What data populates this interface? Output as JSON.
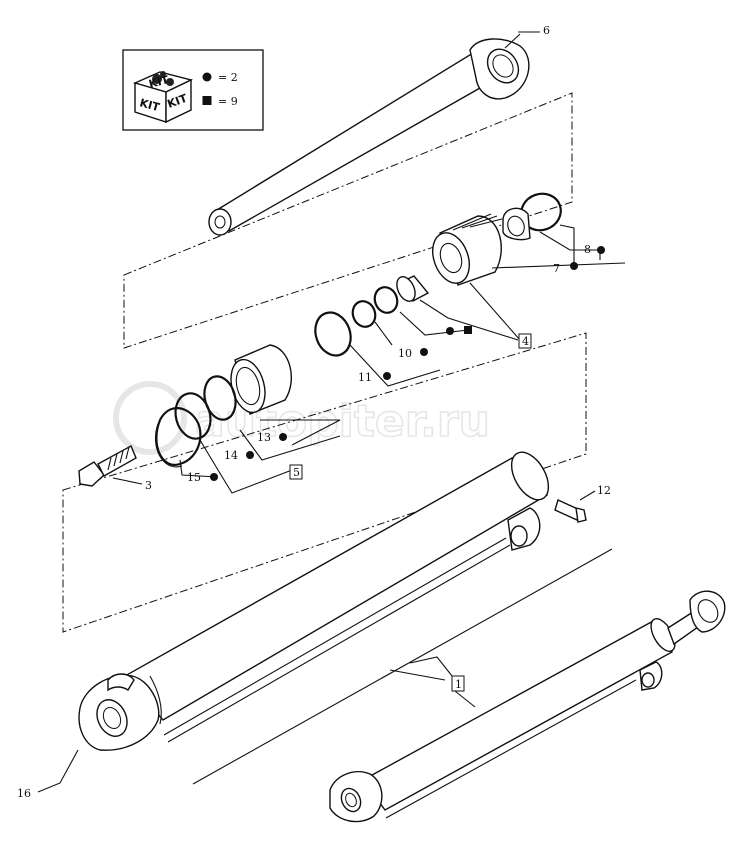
{
  "kit": {
    "label_top": "KIT",
    "label_left": "KIT",
    "label_right": "KIT",
    "legend": [
      {
        "symbol": "circle",
        "text": "= 2"
      },
      {
        "symbol": "square",
        "text": "= 9"
      }
    ]
  },
  "watermark": "autopiter.ru",
  "callouts": {
    "c1": "1",
    "c3": "3",
    "c4": "4",
    "c5": "5",
    "c6": "6",
    "c7": "7",
    "c8": "8",
    "c10": "10",
    "c11": "11",
    "c12": "12",
    "c13": "13",
    "c14": "14",
    "c15": "15",
    "c16": "16"
  }
}
